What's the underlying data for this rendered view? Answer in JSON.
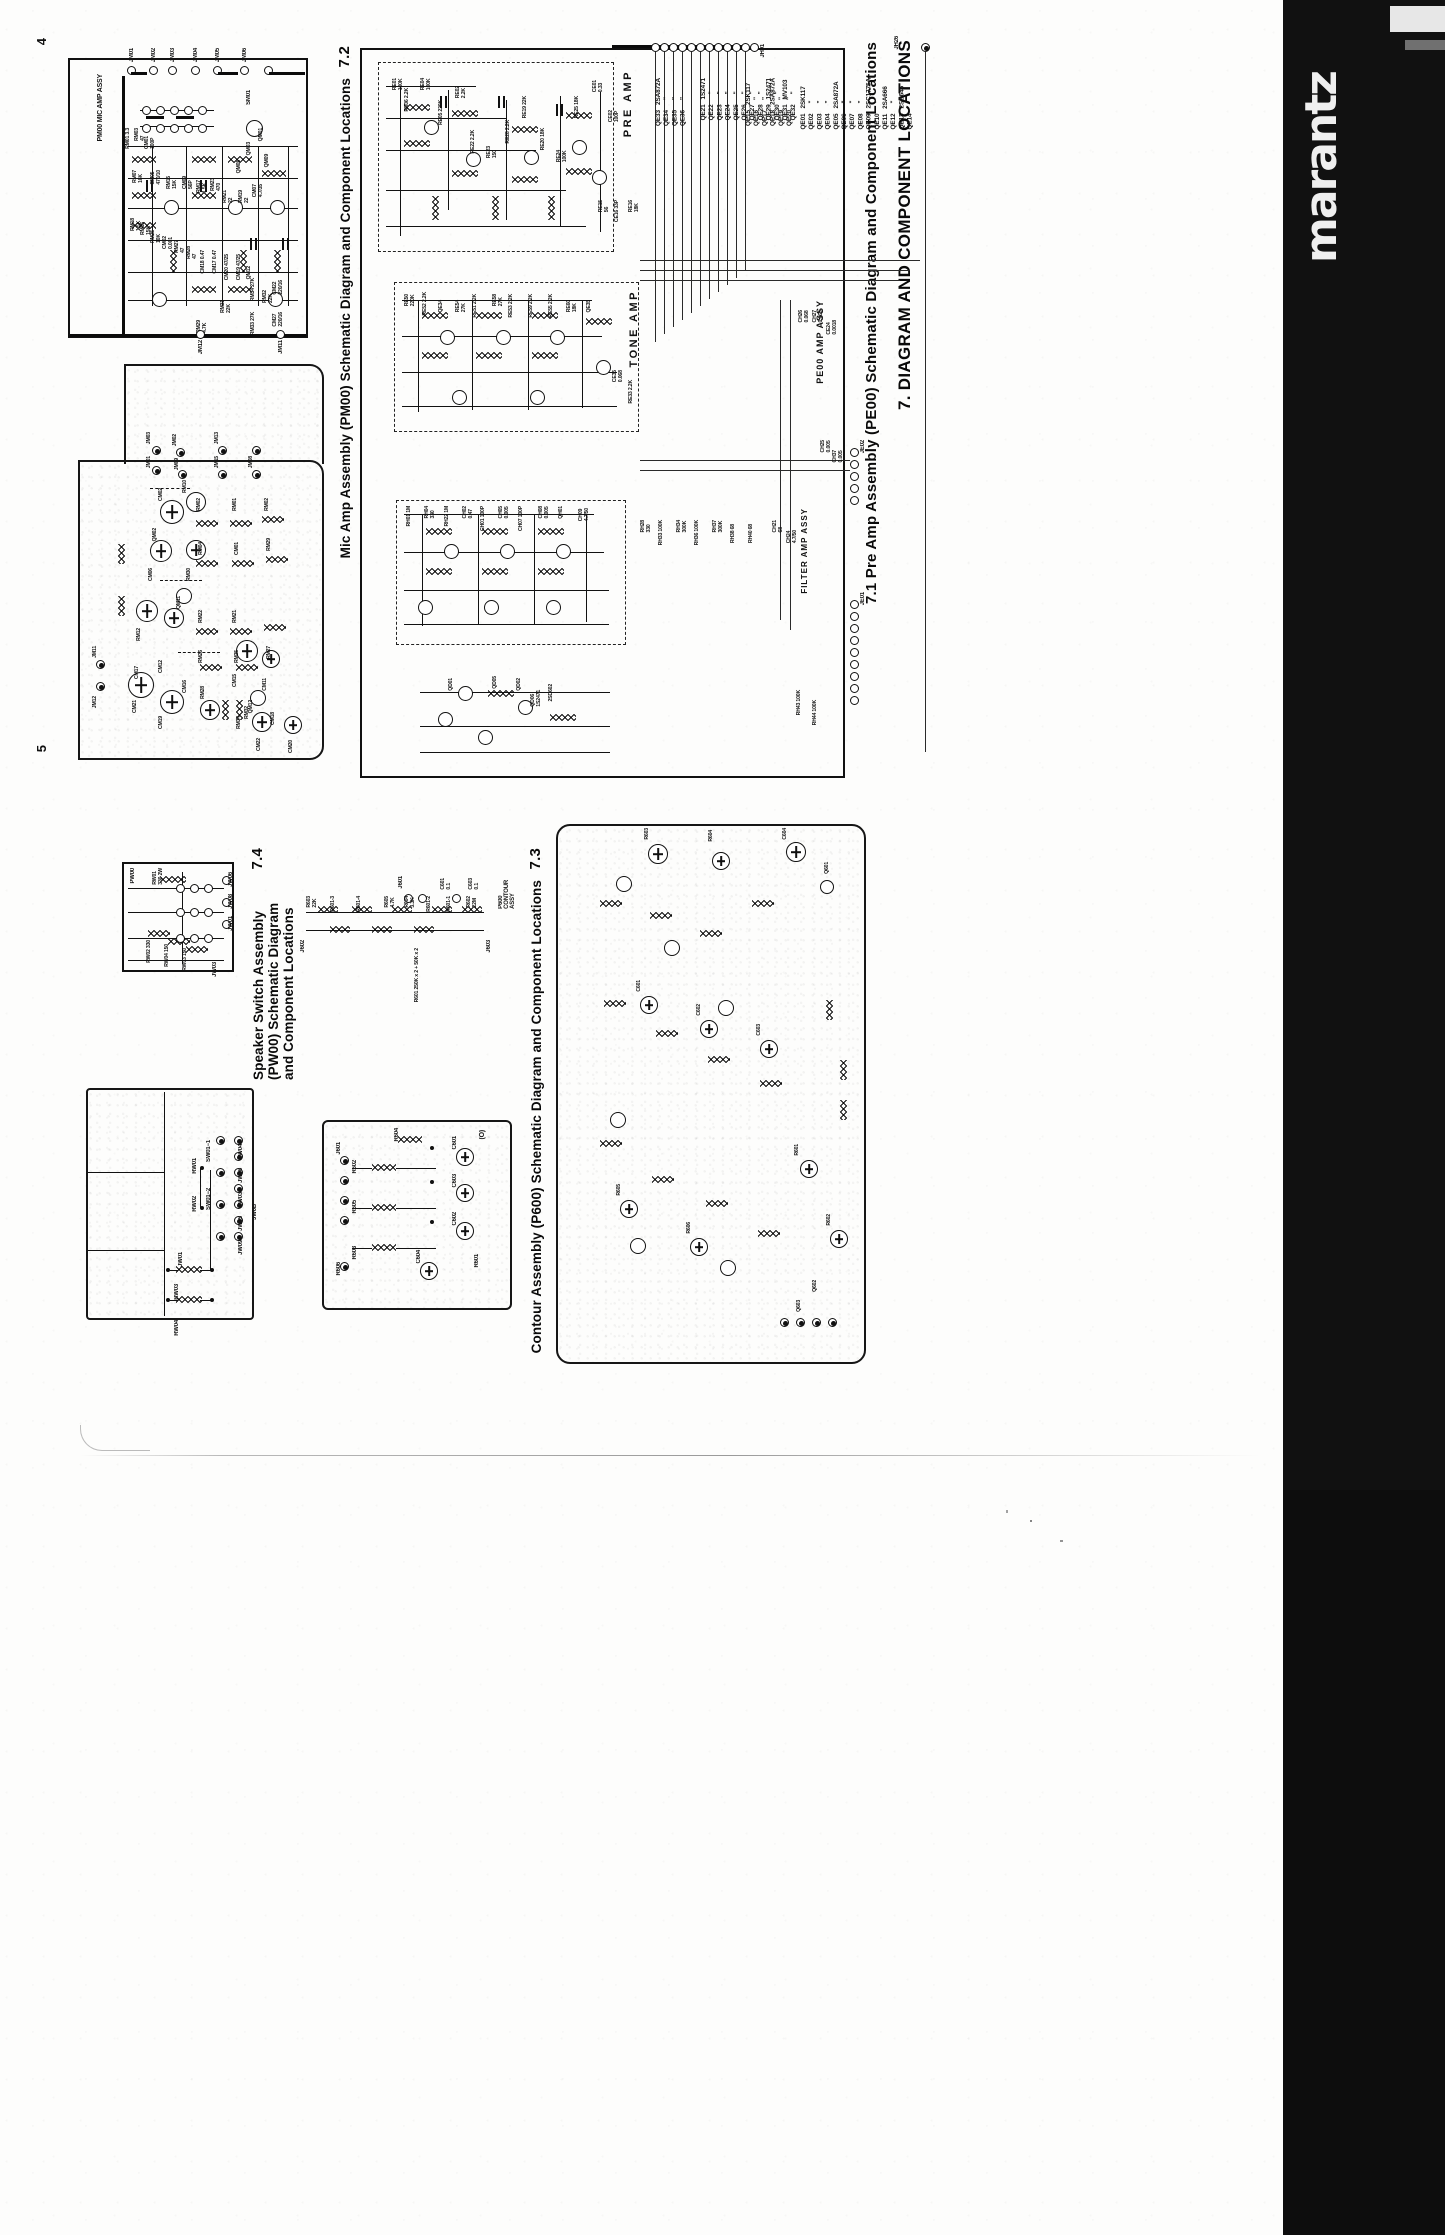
{
  "document": {
    "brand": "marantz",
    "page_numbers": [
      "4",
      "5"
    ],
    "orientation_note": "landscape-sideways"
  },
  "sections": {
    "chapter": "7.  DIAGRAM AND COMPONENT LOCATIONS",
    "s71": "7.1    Pre Amp Assembly (PE00) Schematic Diagram and Component Locations",
    "s71_num": "7.1",
    "s71_title": "Pre Amp Assembly (PE00) Schematic Diagram and Component Locations",
    "s72_num": "7.2",
    "s72_title": "Mic Amp Assembly (PM00) Schematic Diagram and Component Locations",
    "s73_num": "7.3",
    "s73_title": "Contour Assembly (P600) Schematic Diagram and Component Locations",
    "s74_num": "7.4",
    "s74_title": "Speaker Switch Assembly (PW00) Schematic Diagram and Component Locations"
  },
  "preamp": {
    "blocks": [
      "PRE AMP",
      "TONE AMP",
      "FILTER AMP ASSY",
      "PE00 AMP ASSY"
    ],
    "connectors": [
      "JH01",
      "JH26",
      "JH03",
      "JE01"
    ],
    "device_list_col1": [
      "QE01   2SK117",
      "QE02      \"",
      "QE03      \"",
      "QE04      \"",
      "QE05   2SA872A",
      "QE06      \"",
      "QE07      \"",
      "QE08      \"",
      "QE09   2SC1775A",
      "QE10      \"",
      "QE11   2SA666",
      "QE12      \"",
      "QE13   2SB646",
      "QE14      \""
    ],
    "device_list_col2": [
      "QE15   2SK117",
      "QE16      \"",
      "QE17      \"",
      "QE18   2SA872A",
      "QE19      \"",
      "QE20      \""
    ],
    "device_list_col3": [
      "QE21   1S2471",
      "QE22      \"",
      "QE23      \"",
      "QE24      \"",
      "QE25      \"",
      "QE26      \"",
      "QE27      \"",
      "QE28      \"",
      "QE29   1S2471",
      "QE30      \"",
      "QE31   MV103",
      "QE32      \""
    ],
    "device_list_col4": [
      "QE33   2SA872A",
      "QE34      \"",
      "QE35      \"",
      "QE36      \""
    ],
    "components": [
      "RE01 100K",
      "RE02 220K",
      "RE03 2.2K",
      "RE04 100K",
      "RE05 47K",
      "RE06 2.2K",
      "RE07 1K",
      "RE08 2.2K",
      "RE15 56",
      "RE16 33P",
      "RE19 22K",
      "RE20 18K",
      "RE22 2.2K",
      "RE23 150",
      "RE24 100K",
      "RE25 18K",
      "RE28 2.2K",
      "RE30 2.2K",
      "RE31 470",
      "RE33 2.2K",
      "RE34 27K",
      "RE35 2.2K",
      "RE36 1K",
      "RE50 220K",
      "RE51 2.2K",
      "RE52 2.2K",
      "RE53 2.2K",
      "RE54 27K",
      "RE55 2.2K",
      "RE58 27K",
      "RE59 2.2K",
      "RE60 18K",
      "RH01 1M",
      "RH04 330",
      "RH22 1M",
      "RH28 330",
      "RH33 100K",
      "RH34 300K",
      "RH36 100K",
      "RH37 300K",
      "RH38 68",
      "RH40 68",
      "RH43 100K",
      "RH44 100K",
      "CE01 0.33",
      "CE02 100P",
      "CE05 0.1",
      "CE16 33P",
      "CE18 470/16",
      "CE20 2.2K",
      "CE22 0.047",
      "CE24 0.0018",
      "CE26 0.068",
      "CE27 0.068",
      "CE28 0.068",
      "CE32 0.0018",
      "CE35 0.068",
      "CE36 0.005",
      "CE37 0.005",
      "CH01 100P",
      "CH02 0.47",
      "CH05 0.005",
      "CH07 100P",
      "CH08 0.005",
      "CH09 4.7/50",
      "CH21 68",
      "CH24 4.7/50"
    ],
    "diodes": [
      "QD01",
      "QD02",
      "QD05",
      "QD06",
      "1S2471",
      "2SB646",
      "2SD602"
    ]
  },
  "micamp": {
    "title_in_frame": "PM00 MIC AMP ASSY",
    "connectors": [
      "JM01",
      "JM02",
      "JM03",
      "JM04",
      "JM05",
      "JM06",
      "JM08",
      "JM09",
      "JM11",
      "JM12",
      "JM13",
      "JM15"
    ],
    "switch": "SM01",
    "components": [
      "RM01 3.3",
      "RM03 47",
      "RM05 22",
      "RM06 47",
      "RM07 16K",
      "RM10 22",
      "RM11 2.2K",
      "RM15 15K",
      "RM16 15K",
      "RM17 1.5K",
      "RM18 1.5K",
      "RM19 22",
      "RM21 22",
      "RM23 470",
      "RM24 470",
      "RM25 10K",
      "RM26 10K",
      "RM27 47",
      "RM28 47",
      "RM29 4.7K",
      "RM30 15K",
      "RM31 22K",
      "RM32 22K",
      "RM33 27K",
      "RM34 27K",
      "CM01 100P",
      "CM02 0.001",
      "CM04 100P",
      "CM05 470/10",
      "CM06 470/10",
      "CM07 4.7/35",
      "CM08 56P",
      "CM09 56P",
      "CM11 4.7/35",
      "CM12 0.47",
      "CM13 4.7/35",
      "CM15 4.7/35",
      "CM16 4.7/35",
      "CM17 0.47",
      "CM18 0.47",
      "CM19 47/25",
      "CM20 47/25",
      "CM21 47/25",
      "CM22 220/16",
      "CM27 220/16"
    ],
    "transistors": [
      "QM01",
      "QM02",
      "QM03",
      "QM05",
      "QM06",
      "QM09",
      "QM10",
      "QM11",
      "QM12"
    ],
    "pcb_refs": [
      "JM01",
      "JM02",
      "JM03",
      "JM09",
      "JM11",
      "JM12",
      "JM13",
      "JM15",
      "JM08",
      "RM01",
      "RM02",
      "RM04",
      "RM07",
      "RM09",
      "RM10",
      "RM12",
      "RM21",
      "RM22",
      "RM25",
      "RM26",
      "RM27",
      "RM28",
      "RM29",
      "RM30",
      "RM31",
      "RM32",
      "RM33",
      "RM34",
      "CM01",
      "CM02",
      "CM06",
      "CM07",
      "CM11",
      "CM12",
      "CM15",
      "CM16",
      "CM17",
      "CM18",
      "CM19",
      "CM20",
      "CM21",
      "CM22",
      "QM01",
      "QM02",
      "QM06",
      "QM11",
      "QM12"
    ]
  },
  "contour": {
    "label_assy": "P600 CONTOUR ASSY",
    "components": [
      "Q601",
      "Q602",
      "Q603",
      "Q604",
      "Q605",
      "R601",
      "R603",
      "R604",
      "R605",
      "R606",
      "C601",
      "C602",
      "C603",
      "C604",
      "R602 330K",
      "JW01",
      "JW03",
      "JW04"
    ],
    "schematic_values": [
      "R603  22K",
      "R601-3",
      "R601-4",
      "R605 4.7K",
      "R604 3.3K",
      "R601-2",
      "R601-1",
      "R602 22M",
      "C601 0.1",
      "C603 0.1",
      "R601   250K x 2 + 50K x 2"
    ],
    "connectors": [
      "J601",
      "J602",
      "J603"
    ]
  },
  "speaker_switch": {
    "assy": "PW00",
    "components": [
      "RW01 330 2W",
      "RW02 330",
      "RW03 150",
      "RW04 150",
      "SW01-1",
      "SW01-2",
      "JW01",
      "RW03",
      "RW04"
    ],
    "connectors": [
      "JW03",
      "JW04",
      "JW05",
      "JW06",
      "JW08",
      "JW09",
      "JW0B"
    ]
  }
}
